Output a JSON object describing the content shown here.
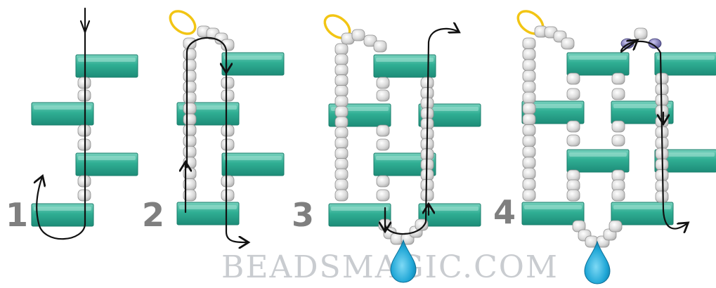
{
  "steps": [
    {
      "number": "1"
    },
    {
      "number": "2"
    },
    {
      "number": "3"
    },
    {
      "number": "4"
    }
  ],
  "watermark": "BEADSMAGIC.COM",
  "colors": {
    "bugle": "#2aa68e",
    "bugle_light": "#7fd4c1",
    "seed_bead": "#d6d6d6",
    "needle": "#f2c514",
    "drop_bead": "#29a9d8",
    "accent_bead": "#6e6aa8",
    "thread": "#111111",
    "step_number": "#7f7f7f"
  }
}
